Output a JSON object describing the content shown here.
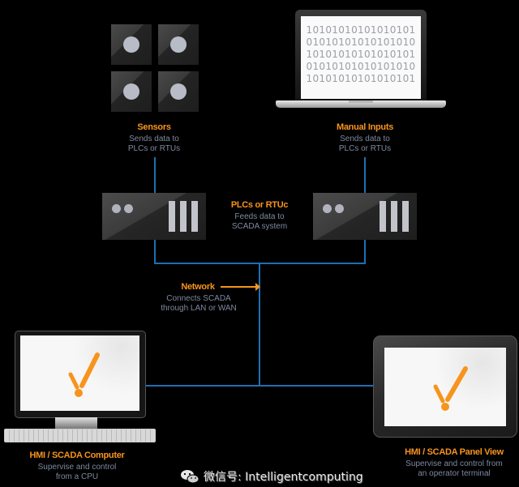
{
  "diagram": {
    "sensors": {
      "title": "Sensors",
      "description_lines": [
        "Sends data to",
        "PLCs or RTUs"
      ],
      "icon": "sensor-grid-icon"
    },
    "manual_inputs": {
      "title": "Manual Inputs",
      "description_lines": [
        "Sends data to",
        "PLCs or RTUs"
      ],
      "icon": "laptop-icon",
      "screen_lines": [
        "10101010101010101",
        "01010101010101010",
        "10101010101010101",
        "01010101010101010",
        "10101010101010101"
      ]
    },
    "plcs": {
      "title": "PLCs or RTUc",
      "description_lines": [
        "Feeds data to",
        "SCADA system"
      ],
      "icon": "server-unit-icon"
    },
    "network": {
      "title": "Network",
      "description_lines": [
        "Connects SCADA",
        "through LAN or WAN"
      ],
      "icon": "arrow-right-icon"
    },
    "hmi_computer": {
      "title": "HMI / SCADA Computer",
      "description_lines": [
        "Supervise and control",
        "from a CPU"
      ],
      "icon": "desktop-computer-icon"
    },
    "hmi_panel": {
      "title": "HMI / SCADA Panel View",
      "description_lines": [
        "Supervise and control from",
        "an operator terminal"
      ],
      "icon": "tablet-icon"
    },
    "watermark": {
      "text": "微信号: Intelligentcomputing",
      "icon": "wechat-icon"
    },
    "colors": {
      "accent": "#f7941d",
      "line": "#1f6fb3",
      "description": "#7d8aa0",
      "background": "#000000"
    }
  }
}
